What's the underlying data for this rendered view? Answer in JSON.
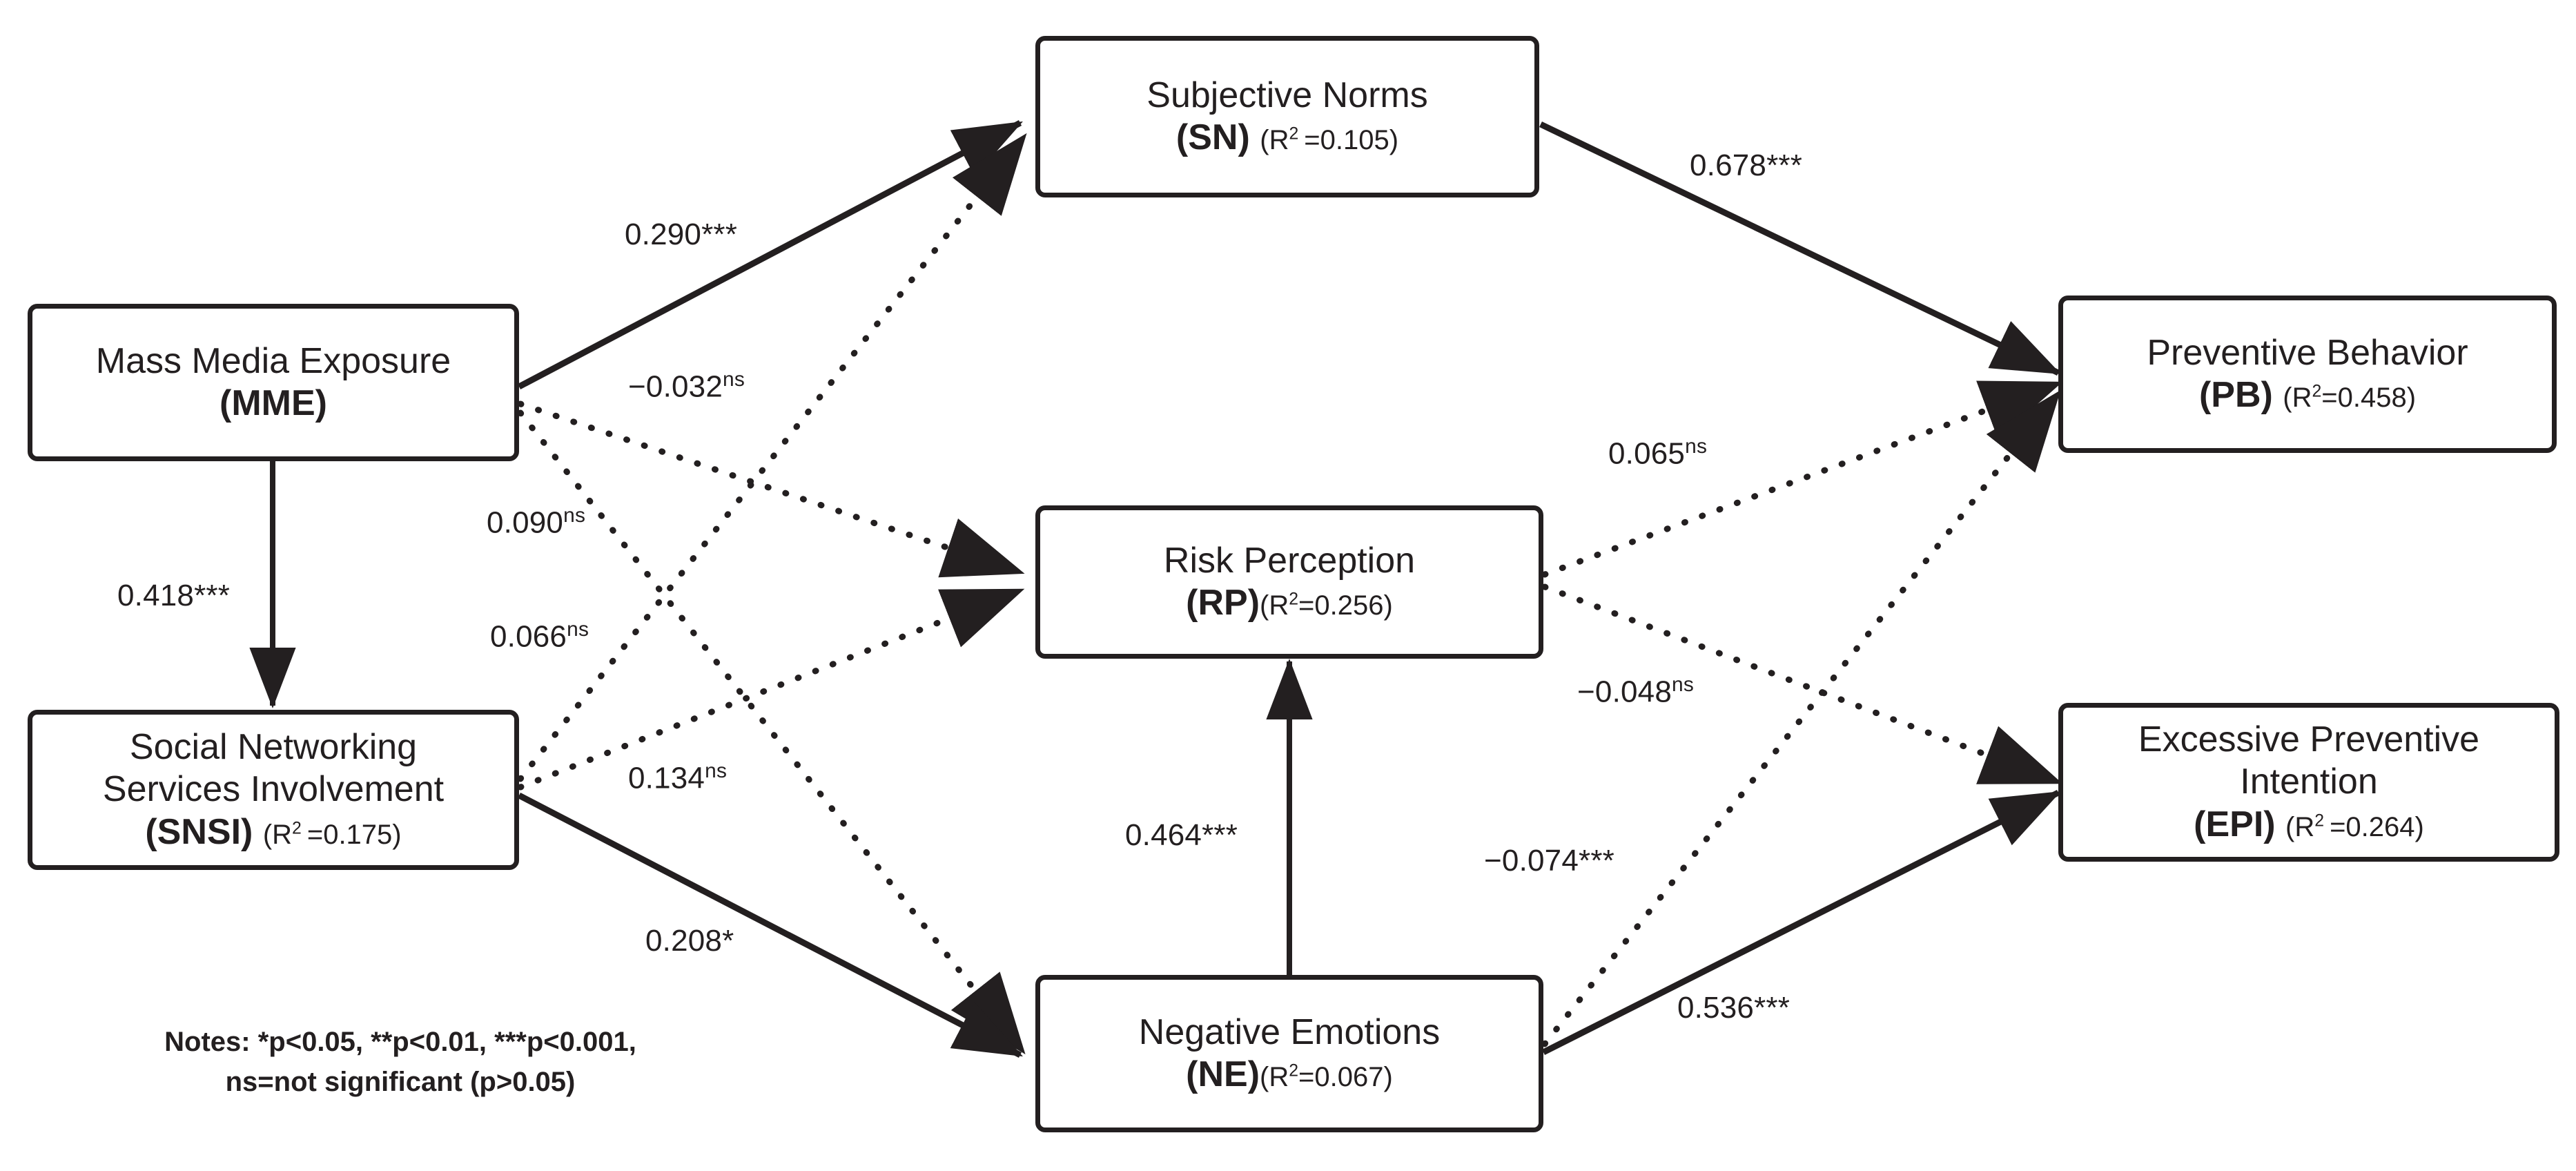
{
  "diagram": {
    "title": "Structural equation model path diagram",
    "notes": "Notes: *p<0.05, **p<0.01, ***p<0.001,\nns=not significant (p>0.05)"
  },
  "nodes": {
    "mme": {
      "line1": "Mass Media Exposure",
      "code": "(MME)",
      "r2": ""
    },
    "snsi": {
      "line1": "Social Networking",
      "line2": "Services Involvement",
      "code": "(SNSI)",
      "r2": "(R2 =0.175)",
      "r2_value": "0.175"
    },
    "sn": {
      "line1": "Subjective Norms",
      "code": "(SN)",
      "r2": "(R2 =0.105)",
      "r2_value": "0.105"
    },
    "rp": {
      "line1": "Risk Perception",
      "code": "(RP)",
      "r2": "(R2 =0.256)",
      "r2_value": "0.256"
    },
    "ne": {
      "line1": "Negative Emotions",
      "code": "(NE)",
      "r2": "(R2 =0.067)",
      "r2_value": "0.067"
    },
    "pb": {
      "line1": "Preventive Behavior",
      "code": "(PB)",
      "r2": "(R2 =0.458)",
      "r2_value": "0.458"
    },
    "epi": {
      "line1": "Excessive Preventive",
      "line2": "Intention",
      "code": "(EPI)",
      "r2": "(R2 =0.264)",
      "r2_value": "0.264"
    }
  },
  "chart_data": {
    "type": "diagram",
    "title": "Structural equation model of mass media exposure and social networking services involvement on preventive behavior",
    "node_labels": {
      "MME": "Mass Media Exposure",
      "SNSI": "Social Networking Services Involvement",
      "SN": "Subjective Norms",
      "RP": "Risk Perception",
      "NE": "Negative Emotions",
      "PB": "Preventive Behavior",
      "EPI": "Excessive Preventive Intention"
    },
    "r_squared": {
      "SNSI": 0.175,
      "SN": 0.105,
      "RP": 0.256,
      "NE": 0.067,
      "PB": 0.458,
      "EPI": 0.264
    },
    "paths": [
      {
        "id": "mme-sn",
        "from": "MME",
        "to": "SN",
        "coef": 0.29,
        "sig": "***",
        "label": "0.290***",
        "significant": true,
        "style": "solid"
      },
      {
        "id": "mme-snsi",
        "from": "MME",
        "to": "SNSI",
        "coef": 0.418,
        "sig": "***",
        "label": "0.418***",
        "significant": true,
        "style": "solid"
      },
      {
        "id": "mme-rp",
        "from": "MME",
        "to": "RP",
        "coef": -0.032,
        "sig": "ns",
        "label": "-0.032ns",
        "significant": false,
        "style": "dotted"
      },
      {
        "id": "mme-ne",
        "from": "MME",
        "to": "NE",
        "coef": 0.09,
        "sig": "ns",
        "label": "0.090ns",
        "significant": false,
        "style": "dotted"
      },
      {
        "id": "snsi-sn",
        "from": "SNSI",
        "to": "SN",
        "coef": 0.066,
        "sig": "ns",
        "label": "0.066ns",
        "significant": false,
        "style": "dotted"
      },
      {
        "id": "snsi-rp",
        "from": "SNSI",
        "to": "RP",
        "coef": 0.134,
        "sig": "ns",
        "label": "0.134ns",
        "significant": false,
        "style": "dotted"
      },
      {
        "id": "snsi-ne",
        "from": "SNSI",
        "to": "NE",
        "coef": 0.208,
        "sig": "*",
        "label": "0.208*",
        "significant": true,
        "style": "solid"
      },
      {
        "id": "ne-rp",
        "from": "NE",
        "to": "RP",
        "coef": 0.464,
        "sig": "***",
        "label": "0.464***",
        "significant": true,
        "style": "solid"
      },
      {
        "id": "sn-pb",
        "from": "SN",
        "to": "PB",
        "coef": 0.678,
        "sig": "***",
        "label": "0.678***",
        "significant": true,
        "style": "solid"
      },
      {
        "id": "rp-pb",
        "from": "RP",
        "to": "PB",
        "coef": 0.065,
        "sig": "ns",
        "label": "0.065ns",
        "significant": false,
        "style": "dotted"
      },
      {
        "id": "rp-epi",
        "from": "RP",
        "to": "EPI",
        "coef": -0.048,
        "sig": "ns",
        "label": "-0.048ns",
        "significant": false,
        "style": "dotted"
      },
      {
        "id": "ne-pb",
        "from": "NE",
        "to": "PB",
        "coef": -0.074,
        "sig": "***",
        "label": "-0.074***",
        "significant": true,
        "style": "dotted"
      },
      {
        "id": "ne-epi",
        "from": "NE",
        "to": "EPI",
        "coef": 0.536,
        "sig": "***",
        "label": "0.536***",
        "significant": true,
        "style": "solid"
      }
    ],
    "legend": "*p<0.05, **p<0.01, ***p<0.001, ns=not significant (p>0.05)"
  },
  "labels": {
    "mme_sn": {
      "num": "0.290",
      "sup": "***"
    },
    "mme_rp": {
      "num": "−0.032",
      "sup": "ns"
    },
    "mme_ne": {
      "num": "0.090",
      "sup": "ns"
    },
    "mme_snsi": {
      "num": "0.418",
      "sup": "***"
    },
    "snsi_sn": {
      "num": "0.066",
      "sup": "ns"
    },
    "snsi_rp": {
      "num": "0.134",
      "sup": "ns"
    },
    "snsi_ne": {
      "num": "0.208",
      "sup": "*"
    },
    "ne_rp": {
      "num": "0.464",
      "sup": "***"
    },
    "sn_pb": {
      "num": "0.678",
      "sup": "***"
    },
    "rp_pb": {
      "num": "0.065",
      "sup": "ns"
    },
    "rp_epi": {
      "num": "−0.048",
      "sup": "ns"
    },
    "ne_pb": {
      "num": "−0.074",
      "sup": "***"
    },
    "ne_epi": {
      "num": "0.536",
      "sup": "***"
    }
  },
  "colors": {
    "ink": "#231f20",
    "background": "#ffffff"
  }
}
